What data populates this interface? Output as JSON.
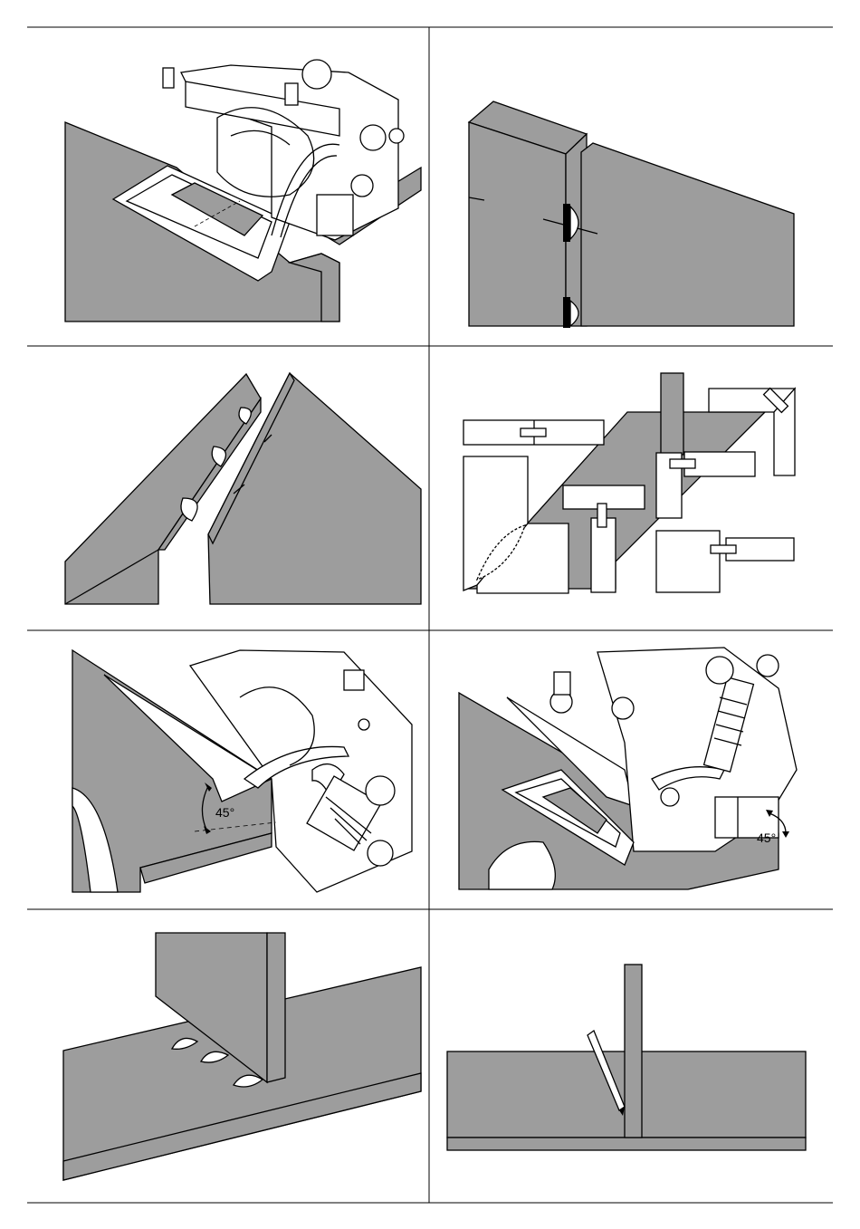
{
  "panels": [
    {
      "id": "biscuit-joiner-on-edge"
    },
    {
      "id": "corner-butt-joint"
    },
    {
      "id": "mitre-joint-slots"
    },
    {
      "id": "joint-types-overview"
    },
    {
      "id": "angle-cut-left",
      "angle_label": "45°"
    },
    {
      "id": "angle-cut-right",
      "angle_label": "45°"
    },
    {
      "id": "t-joint-slots"
    },
    {
      "id": "t-joint-marking"
    }
  ]
}
